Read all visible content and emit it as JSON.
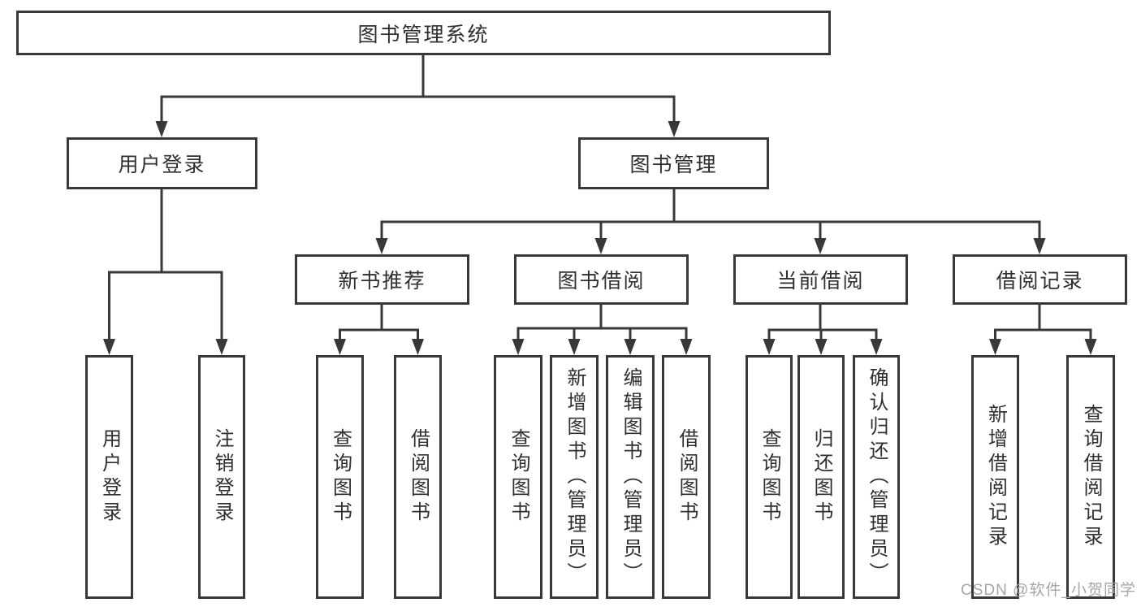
{
  "tree": {
    "label": "图书管理系统",
    "children": [
      {
        "label": "用户登录",
        "children": [
          {
            "label": "用户登录"
          },
          {
            "label": "注销登录"
          }
        ]
      },
      {
        "label": "图书管理",
        "children": [
          {
            "label": "新书推荐",
            "children": [
              {
                "label": "查询图书"
              },
              {
                "label": "借阅图书"
              }
            ]
          },
          {
            "label": "图书借阅",
            "children": [
              {
                "label": "查询图书"
              },
              {
                "label": "新增图书（管理员）"
              },
              {
                "label": "编辑图书（管理员）"
              },
              {
                "label": "借阅图书"
              }
            ]
          },
          {
            "label": "当前借阅",
            "children": [
              {
                "label": "查询图书"
              },
              {
                "label": "归还图书"
              },
              {
                "label": "确认归还（管理员）"
              }
            ]
          },
          {
            "label": "借阅记录",
            "children": [
              {
                "label": "新增借阅记录"
              },
              {
                "label": "查询借阅记录"
              }
            ]
          }
        ]
      }
    ]
  },
  "colors": {
    "line": "#383838",
    "text": "#2f2f2f",
    "watermark": "#a6a6a6"
  },
  "watermark": "CSDN @软件_小贺同学"
}
